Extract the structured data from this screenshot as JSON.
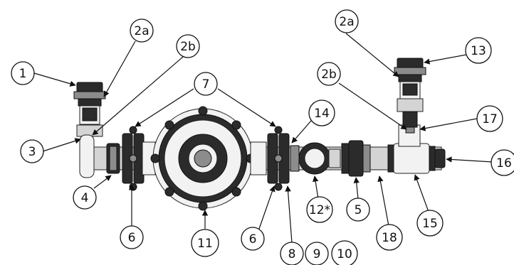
{
  "callouts": [
    {
      "id": "c1",
      "label": "1"
    },
    {
      "id": "c2a-left",
      "label": "2a"
    },
    {
      "id": "c2b-left",
      "label": "2b"
    },
    {
      "id": "c3",
      "label": "3"
    },
    {
      "id": "c4",
      "label": "4"
    },
    {
      "id": "c6-left",
      "label": "6"
    },
    {
      "id": "c7",
      "label": "7"
    },
    {
      "id": "c11",
      "label": "11"
    },
    {
      "id": "c6-right",
      "label": "6"
    },
    {
      "id": "c14",
      "label": "14"
    },
    {
      "id": "c8",
      "label": "8"
    },
    {
      "id": "c9",
      "label": "9"
    },
    {
      "id": "c10",
      "label": "10"
    },
    {
      "id": "c12",
      "label": "12*"
    },
    {
      "id": "c5",
      "label": "5"
    },
    {
      "id": "c2b-right",
      "label": "2b"
    },
    {
      "id": "c2a-right",
      "label": "2a"
    },
    {
      "id": "c13",
      "label": "13"
    },
    {
      "id": "c17",
      "label": "17"
    },
    {
      "id": "c18",
      "label": "18"
    },
    {
      "id": "c15",
      "label": "15"
    },
    {
      "id": "c16",
      "label": "16"
    }
  ]
}
